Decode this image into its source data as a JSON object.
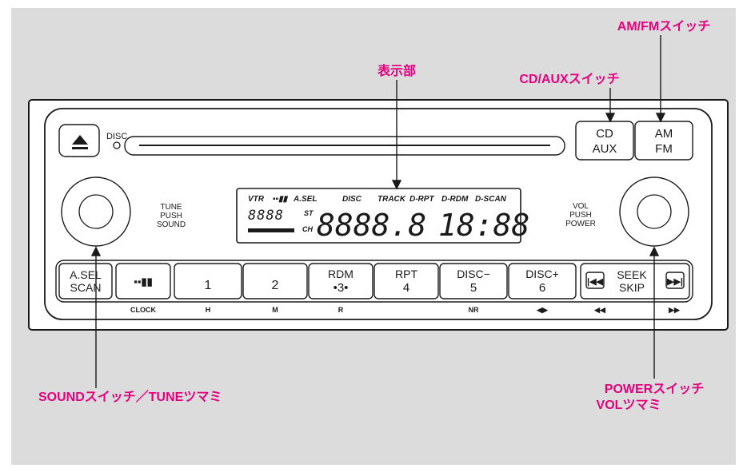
{
  "callouts": {
    "display": "表示部",
    "cd_aux_switch": "CD/AUXスイッチ",
    "am_fm_switch": "AM/FMスイッチ",
    "sound_tune": "SOUNDスイッチ／TUNEツマミ",
    "power_switch": "POWERスイッチ",
    "vol_knob": "VOLツマミ"
  },
  "radio": {
    "disc_label": "DISC",
    "tune_label": [
      "TUNE",
      "PUSH",
      "SOUND"
    ],
    "vol_label": [
      "VOL",
      "PUSH",
      "POWER"
    ],
    "cd_button": [
      "CD",
      "AUX"
    ],
    "am_button": [
      "AM",
      "FM"
    ],
    "lcd": {
      "indicators": [
        "VTR",
        "A.SEL",
        "DISC",
        "TRACK",
        "D-RPT",
        "D-RDM",
        "D-SCAN"
      ],
      "st": "ST",
      "ch": "CH",
      "segments_main": "8888.8",
      "segments_clock": "18:88"
    },
    "buttons": [
      {
        "top": "A.SEL",
        "bottom": "SCAN",
        "sub": ""
      },
      {
        "top": "",
        "bottom": "",
        "sub": "CLOCK"
      },
      {
        "top": "",
        "bottom": "1",
        "sub": "H"
      },
      {
        "top": "",
        "bottom": "2",
        "sub": "M"
      },
      {
        "top": "RDM",
        "bottom": "•3•",
        "sub": "R"
      },
      {
        "top": "RPT",
        "bottom": "4",
        "sub": ""
      },
      {
        "top": "DISC−",
        "bottom": "5",
        "sub": "NR"
      },
      {
        "top": "DISC+",
        "bottom": "6",
        "sub": "◀▶"
      },
      {
        "top": "SEEK",
        "bottom": "SKIP",
        "sub": "◀◀"
      }
    ],
    "sub_right": "▶▶"
  }
}
